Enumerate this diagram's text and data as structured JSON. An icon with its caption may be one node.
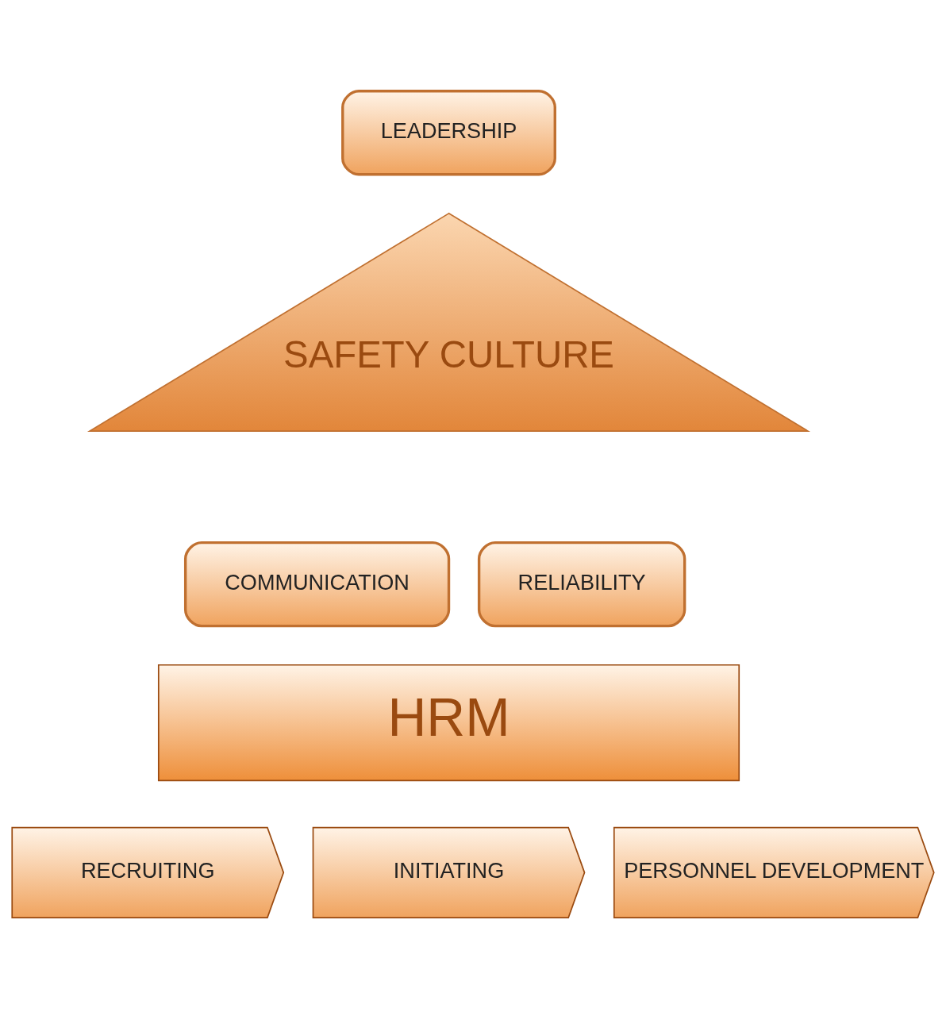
{
  "diagram": {
    "nodes": [
      {
        "text": [
          "LEADERSHIP"
        ]
      },
      {
        "text": [
          "SAFETY CULTURE"
        ]
      },
      {
        "text": [
          "COMMUNICATION"
        ]
      },
      {
        "text": [
          "RELIABILITY"
        ]
      },
      {
        "text": [
          "HRM"
        ]
      },
      {
        "text": [
          "RECRUITING"
        ]
      },
      {
        "text": [
          "INITIATING"
        ]
      },
      {
        "text": [
          "PERSONNEL DEVELOPMENT"
        ]
      }
    ]
  }
}
